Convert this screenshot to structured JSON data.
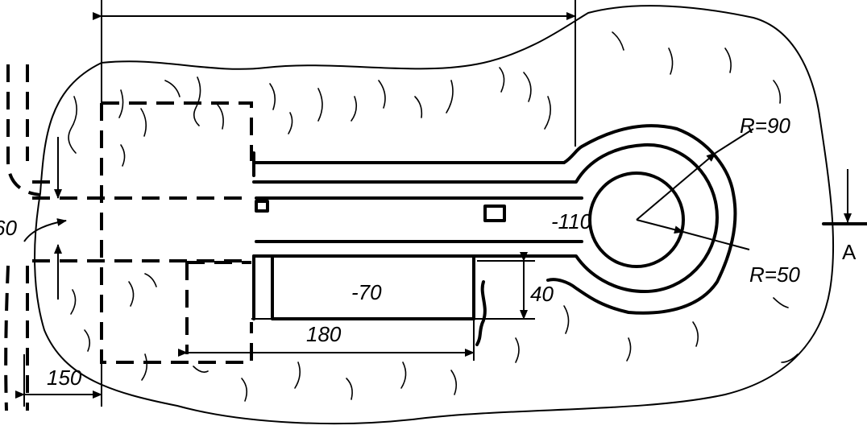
{
  "labels": {
    "radius_outer": "R=90",
    "radius_inner": "R=50",
    "depth_pool": "-110",
    "depth_pit": "-70",
    "length_pit": "180",
    "width_gap": "40",
    "offset_left": "150",
    "section_mark": "A",
    "edge_value": "60"
  }
}
